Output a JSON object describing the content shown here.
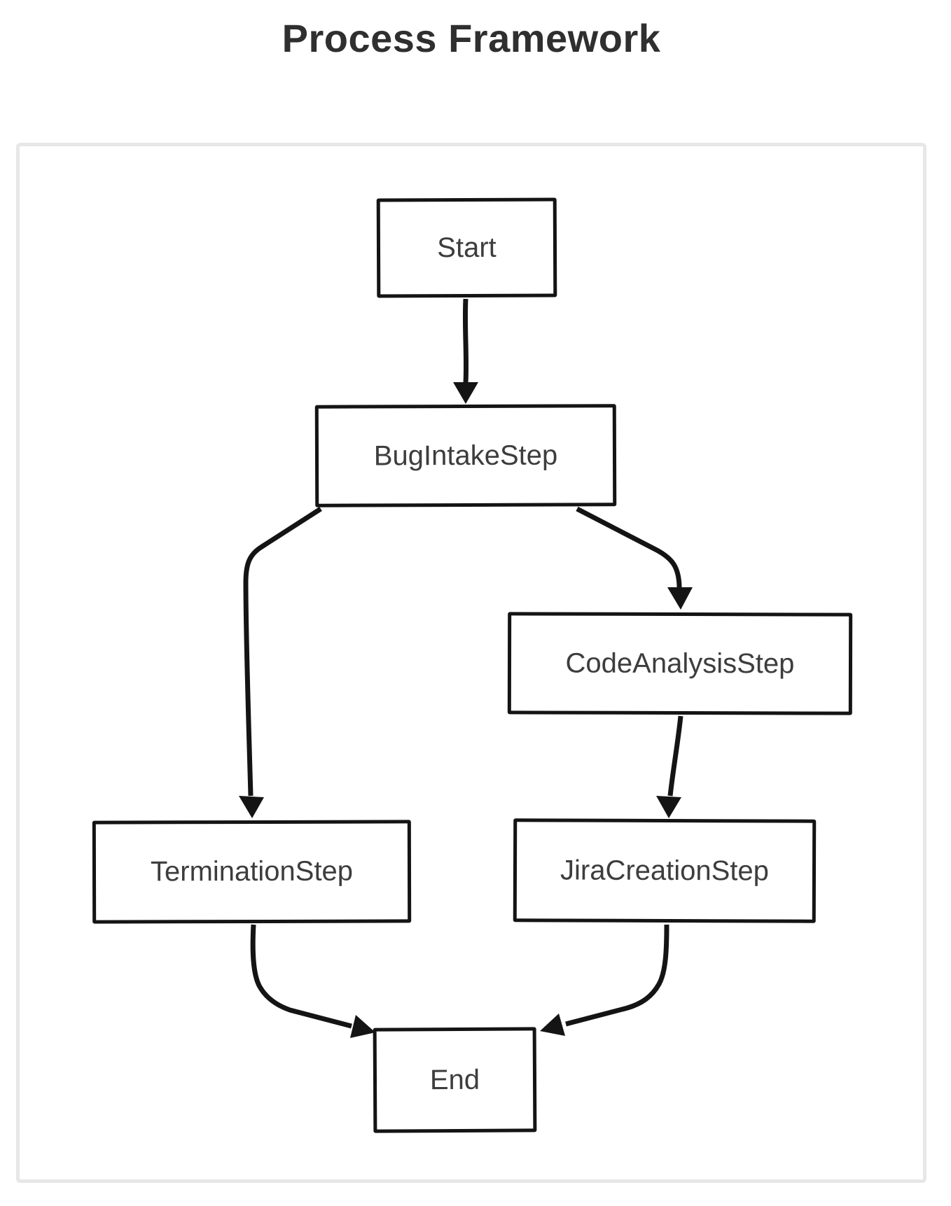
{
  "title": "Process Framework",
  "diagram": {
    "nodes": [
      {
        "id": "start",
        "label": "Start"
      },
      {
        "id": "bug_intake",
        "label": "BugIntakeStep"
      },
      {
        "id": "code_analysis",
        "label": "CodeAnalysisStep"
      },
      {
        "id": "termination",
        "label": "TerminationStep"
      },
      {
        "id": "jira_creation",
        "label": "JiraCreationStep"
      },
      {
        "id": "end",
        "label": "End"
      }
    ],
    "edges": [
      {
        "from": "Start",
        "to": "BugIntakeStep"
      },
      {
        "from": "BugIntakeStep",
        "to": "TerminationStep"
      },
      {
        "from": "BugIntakeStep",
        "to": "CodeAnalysisStep"
      },
      {
        "from": "CodeAnalysisStep",
        "to": "JiraCreationStep"
      },
      {
        "from": "TerminationStep",
        "to": "End"
      },
      {
        "from": "JiraCreationStep",
        "to": "End"
      }
    ],
    "colors": {
      "background": "#ffffff",
      "frame_border": "#e7e7e7",
      "box_border": "#141414",
      "box_fill": "#ffffff",
      "arrow": "#141414",
      "node_text": "#3d3d3d",
      "title_text": "#2f2f2f"
    }
  }
}
